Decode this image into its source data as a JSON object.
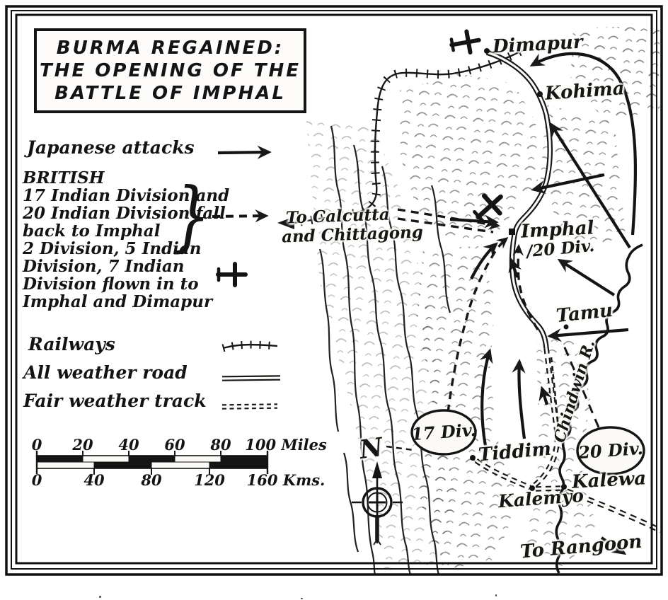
{
  "title": {
    "line1": "BURMA REGAINED:",
    "line2": "THE OPENING OF THE",
    "line3": "BATTLE OF IMPHAL"
  },
  "legend": {
    "japanese_attacks": "Japanese attacks",
    "british_header": "BRITISH",
    "retreat_lines": [
      "17 Indian Division and",
      "20 Indian Division fall",
      "back to Imphal"
    ],
    "flown_lines": [
      "2 Division, 5 Indian",
      "Division, 7 Indian",
      "Division flown in to",
      "Imphal and Dimapur"
    ],
    "brace": "}",
    "railways": "Railways",
    "all_weather_road": "All weather road",
    "fair_weather_track": "Fair weather track"
  },
  "scale": {
    "miles_ticks": [
      "0",
      "20",
      "40",
      "60",
      "80"
    ],
    "miles_end": "100 Miles",
    "kms_ticks": [
      "0",
      "40",
      "80",
      "120"
    ],
    "kms_end": "160 Kms."
  },
  "compass": {
    "north": "N"
  },
  "places": {
    "dimapur": "Dimapur",
    "kohima": "Kohima",
    "imphal": "Imphal",
    "imphal_division": "/20 Div.",
    "tamu": "Tamu",
    "tiddim": "Tiddim",
    "kalewa": "Kalewa",
    "kalemyo": "Kalemyo",
    "chindwin_river": "Chindwin R.",
    "to_calcutta_line1": "To Calcutta",
    "to_calcutta_line2": "and Chittagong",
    "to_rangoon": "To Rangoon",
    "division_17": "17 Div.",
    "division_20": "20 Div."
  },
  "icons": {
    "airplane": "airplane-icon",
    "compass_rose": "compass-rose-icon",
    "japanese_attack_symbol": "solid-arrow-icon",
    "british_retreat_symbol": "dashed-arrow-icon",
    "railway_symbol": "hatched-line-icon",
    "road_symbol": "double-line-icon",
    "track_symbol": "double-dashed-line-icon"
  },
  "colors": {
    "ink": "#1a1a1a",
    "paper": "#fbfaf6"
  }
}
